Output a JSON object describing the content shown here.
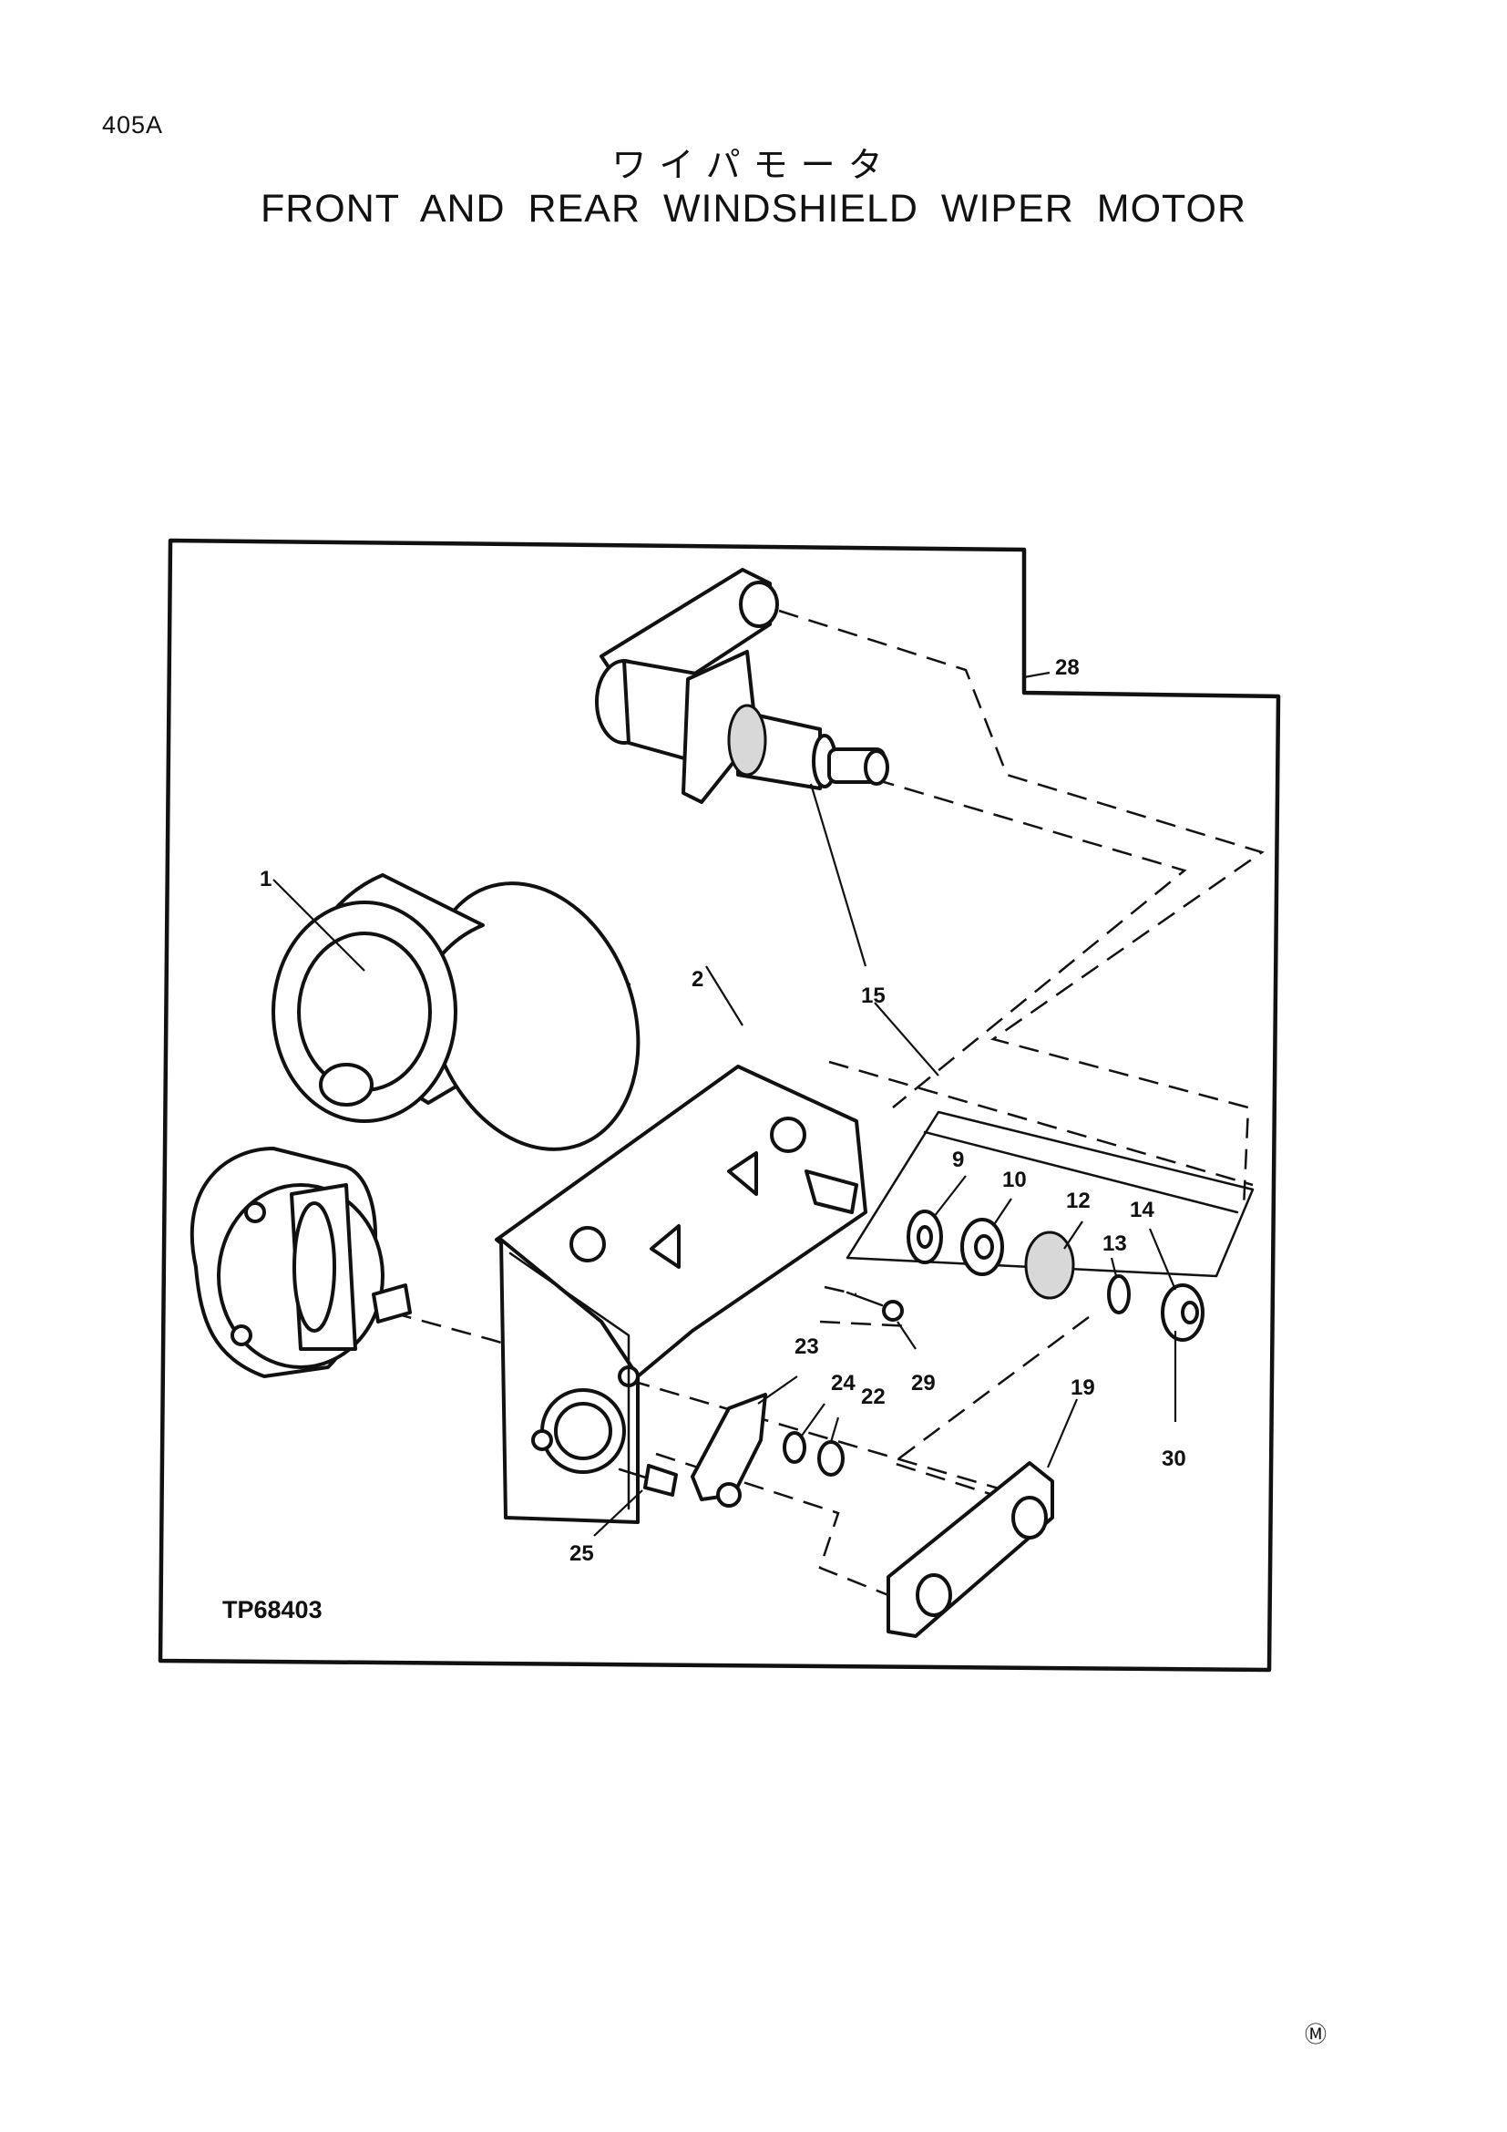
{
  "header": {
    "page_code": "405A",
    "title_jp": "ワイパモータ",
    "title_en": "FRONT AND REAR WINDSHIELD WIPER MOTOR"
  },
  "diagram": {
    "figure_id": "TP68403",
    "callouts": {
      "c1": "1",
      "c2": "2",
      "c9": "9",
      "c10": "10",
      "c12": "12",
      "c13": "13",
      "c14": "14",
      "c15": "15",
      "c19": "19",
      "c22": "22",
      "c23": "23",
      "c24": "24",
      "c25": "25",
      "c28": "28",
      "c29": "29",
      "c30": "30"
    }
  },
  "footer": {
    "mark": "Ⓜ"
  }
}
